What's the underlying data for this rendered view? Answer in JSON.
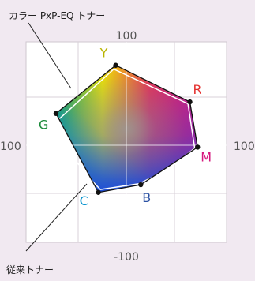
{
  "chart_data": {
    "type": "scatter",
    "title": "",
    "xlabel": "",
    "ylabel": "",
    "xlim": [
      -100,
      100
    ],
    "ylim": [
      -100,
      100
    ],
    "grid": true,
    "axis_labels": {
      "top": "100",
      "bottom": "-100",
      "left": "100",
      "right": "100"
    },
    "callouts": {
      "new_toner": "カラー PxP-EQ トナー",
      "conventional_toner": "従来トナー"
    },
    "series": [
      {
        "name": "カラー PxP-EQ トナー",
        "points": [
          {
            "label": "Y",
            "x": -11,
            "y": 83,
            "label_color": "#b9b400"
          },
          {
            "label": "R",
            "x": 66,
            "y": 45,
            "label_color": "#e4312f"
          },
          {
            "label": "M",
            "x": 74,
            "y": -2,
            "label_color": "#d6187e"
          },
          {
            "label": "B",
            "x": 15,
            "y": -41,
            "label_color": "#2c52a3"
          },
          {
            "label": "C",
            "x": -29,
            "y": -49,
            "label_color": "#0a94cf"
          },
          {
            "label": "G",
            "x": -73,
            "y": 33,
            "label_color": "#1b8a3a"
          }
        ]
      },
      {
        "name": "従来トナー",
        "points": [
          {
            "x": -13,
            "y": 79
          },
          {
            "x": 64,
            "y": 43
          },
          {
            "x": 71,
            "y": -3
          },
          {
            "x": 42,
            "y": -26
          },
          {
            "x": 13,
            "y": -40
          },
          {
            "x": -27,
            "y": -46
          },
          {
            "x": -45,
            "y": -27
          },
          {
            "x": -63,
            "y": 1
          },
          {
            "x": -70,
            "y": 27
          }
        ]
      }
    ],
    "colors": {
      "background": "#f1e9f1",
      "plot_background": "#ffffff",
      "polygon_stroke": "#111111",
      "conventional_stroke": "#ffffff",
      "grid": "#d8d2d8",
      "axis_label": "#555555"
    }
  }
}
